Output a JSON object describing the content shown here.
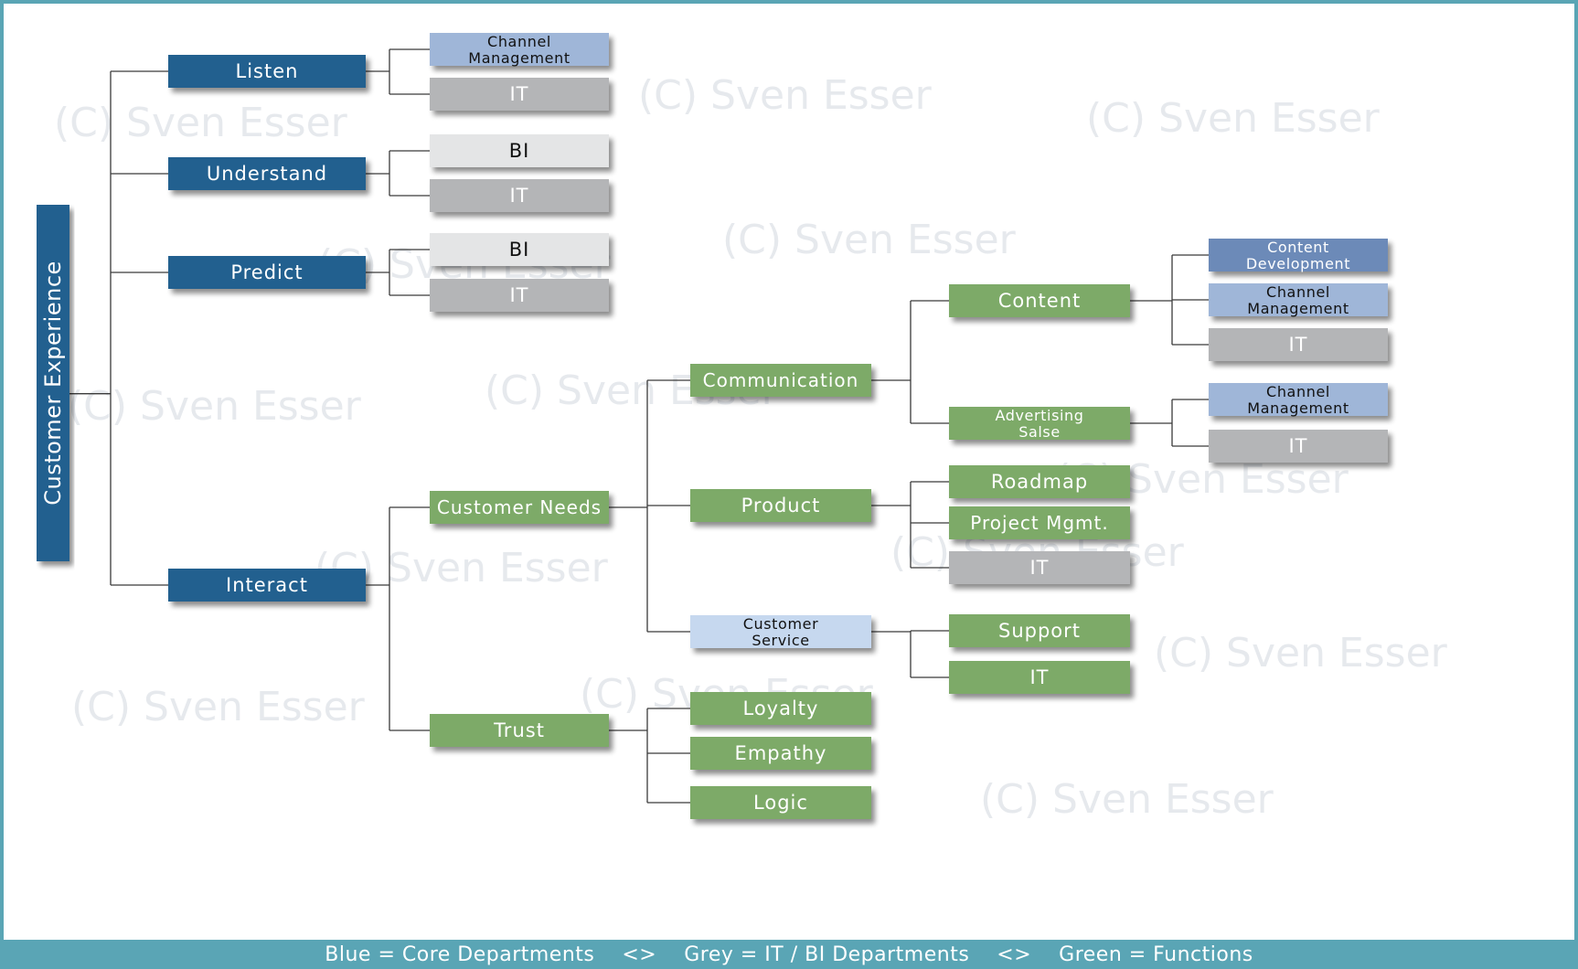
{
  "root": {
    "label": "Customer Experience",
    "color": "#23618f"
  },
  "colors": {
    "core": "#23618f",
    "function": "#7daa68",
    "it": "#b4b5b7",
    "bi": "#e4e5e6",
    "channel": "#9fb6d8",
    "content_dev": "#6c8ab8",
    "customer_service": "#c6d8ef",
    "line": "#3a3a3a"
  },
  "watermark": "(C) Sven Esser",
  "footer": {
    "core": "Blue = Core Departments",
    "sep1": "<>",
    "itbi": "Grey = IT / BI Departments",
    "sep2": "<>",
    "functions": "Green = Functions"
  },
  "nodes": [
    {
      "id": "listen",
      "label": [
        "Listen"
      ],
      "kind": "core"
    },
    {
      "id": "understand",
      "label": [
        "Understand"
      ],
      "kind": "core"
    },
    {
      "id": "predict",
      "label": [
        "Predict"
      ],
      "kind": "core"
    },
    {
      "id": "interact",
      "label": [
        "Interact"
      ],
      "kind": "core"
    },
    {
      "id": "listen-channel",
      "label": [
        "Channel",
        "Management"
      ],
      "kind": "channel"
    },
    {
      "id": "listen-it",
      "label": [
        "IT"
      ],
      "kind": "it"
    },
    {
      "id": "understand-bi",
      "label": [
        "BI"
      ],
      "kind": "bi"
    },
    {
      "id": "understand-it",
      "label": [
        "IT"
      ],
      "kind": "it"
    },
    {
      "id": "predict-bi",
      "label": [
        "BI"
      ],
      "kind": "bi"
    },
    {
      "id": "predict-it",
      "label": [
        "IT"
      ],
      "kind": "it"
    },
    {
      "id": "customer-needs",
      "label": [
        "Customer Needs"
      ],
      "kind": "function"
    },
    {
      "id": "trust",
      "label": [
        "Trust"
      ],
      "kind": "function"
    },
    {
      "id": "communication",
      "label": [
        "Communication"
      ],
      "kind": "function"
    },
    {
      "id": "product",
      "label": [
        "Product"
      ],
      "kind": "function"
    },
    {
      "id": "customer-service",
      "label": [
        "Customer",
        "Service"
      ],
      "kind": "customer_service"
    },
    {
      "id": "loyalty",
      "label": [
        "Loyalty"
      ],
      "kind": "function"
    },
    {
      "id": "empathy",
      "label": [
        "Empathy"
      ],
      "kind": "function"
    },
    {
      "id": "logic",
      "label": [
        "Logic"
      ],
      "kind": "function"
    },
    {
      "id": "content",
      "label": [
        "Content"
      ],
      "kind": "function"
    },
    {
      "id": "advertising",
      "label": [
        "Advertising",
        "Salse"
      ],
      "kind": "function"
    },
    {
      "id": "roadmap",
      "label": [
        "Roadmap"
      ],
      "kind": "function"
    },
    {
      "id": "project-mgmt",
      "label": [
        "Project Mgmt."
      ],
      "kind": "function"
    },
    {
      "id": "product-it",
      "label": [
        "IT"
      ],
      "kind": "it"
    },
    {
      "id": "support",
      "label": [
        "Support"
      ],
      "kind": "function"
    },
    {
      "id": "cs-it",
      "label": [
        "IT"
      ],
      "kind": "function"
    },
    {
      "id": "content-dev",
      "label": [
        "Content",
        "Development"
      ],
      "kind": "content_dev"
    },
    {
      "id": "content-channel",
      "label": [
        "Channel",
        "Management"
      ],
      "kind": "channel"
    },
    {
      "id": "content-it",
      "label": [
        "IT"
      ],
      "kind": "it"
    },
    {
      "id": "adv-channel",
      "label": [
        "Channel",
        "Management"
      ],
      "kind": "channel"
    },
    {
      "id": "adv-it",
      "label": [
        "IT"
      ],
      "kind": "it"
    }
  ],
  "edges": [
    [
      "root",
      "listen"
    ],
    [
      "root",
      "understand"
    ],
    [
      "root",
      "predict"
    ],
    [
      "root",
      "interact"
    ],
    [
      "listen",
      "listen-channel"
    ],
    [
      "listen",
      "listen-it"
    ],
    [
      "understand",
      "understand-bi"
    ],
    [
      "understand",
      "understand-it"
    ],
    [
      "predict",
      "predict-bi"
    ],
    [
      "predict",
      "predict-it"
    ],
    [
      "interact",
      "customer-needs"
    ],
    [
      "interact",
      "trust"
    ],
    [
      "customer-needs",
      "communication"
    ],
    [
      "customer-needs",
      "product"
    ],
    [
      "customer-needs",
      "customer-service"
    ],
    [
      "trust",
      "loyalty"
    ],
    [
      "trust",
      "empathy"
    ],
    [
      "trust",
      "logic"
    ],
    [
      "communication",
      "content"
    ],
    [
      "communication",
      "advertising"
    ],
    [
      "product",
      "roadmap"
    ],
    [
      "product",
      "project-mgmt"
    ],
    [
      "product",
      "product-it"
    ],
    [
      "customer-service",
      "support"
    ],
    [
      "customer-service",
      "cs-it"
    ],
    [
      "content",
      "content-dev"
    ],
    [
      "content",
      "content-channel"
    ],
    [
      "content",
      "content-it"
    ],
    [
      "advertising",
      "adv-channel"
    ],
    [
      "advertising",
      "adv-it"
    ]
  ]
}
